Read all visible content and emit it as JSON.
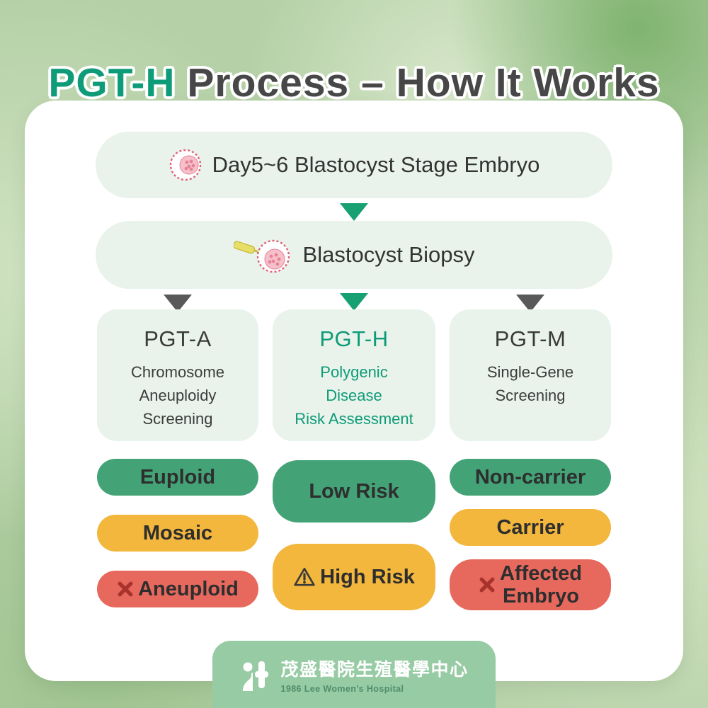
{
  "title": {
    "highlight": "PGT-H",
    "rest": " Process – How It Works"
  },
  "flow": {
    "step1_label": "Day5~6 Blastocyst Stage Embryo",
    "step2_label": "Blastocyst Biopsy"
  },
  "columns": [
    {
      "name": "PGT-A",
      "description": "Chromosome\nAneuploidy\nScreening",
      "results": [
        {
          "label": "Euploid",
          "level": "good"
        },
        {
          "label": "Mosaic",
          "level": "warn"
        },
        {
          "label": "Aneuploid",
          "level": "bad",
          "icon": "cross-icon"
        }
      ]
    },
    {
      "name": "PGT-H",
      "description": "Polygenic\nDisease\nRisk Assessment",
      "results": [
        {
          "label": "Low Risk",
          "level": "good"
        },
        {
          "label": "High Risk",
          "level": "warn",
          "icon": "warning-icon"
        }
      ]
    },
    {
      "name": "PGT-M",
      "description": "Single-Gene\nScreening",
      "results": [
        {
          "label": "Non-carrier",
          "level": "good"
        },
        {
          "label": "Carrier",
          "level": "warn"
        },
        {
          "label": "Affected\nEmbryo",
          "level": "bad",
          "icon": "cross-icon"
        }
      ]
    }
  ],
  "footer": {
    "org_name": "茂盛醫院生殖醫學中心",
    "org_subtitle": "1986 Lee Women's Hospital"
  },
  "icons": {
    "down_arrow": "▼",
    "cross": "✖",
    "warning": "⚠",
    "embryo": "embryo-icon",
    "biopsy": "biopsy-icon",
    "hospital_logo": "hospital-logo-icon"
  },
  "colors": {
    "title_green": "#0e9b77",
    "title_dark": "#474747",
    "box_light_green": "#e9f3eb",
    "pill_green": "#43a377",
    "pill_yellow": "#f2b73c",
    "pill_red": "#e7695d",
    "arrow_gray": "#595959",
    "arrow_green": "#17a172",
    "footer_green": "#97cba4",
    "cross_red": "#a8322c",
    "background_green": "#b5d0a7"
  }
}
